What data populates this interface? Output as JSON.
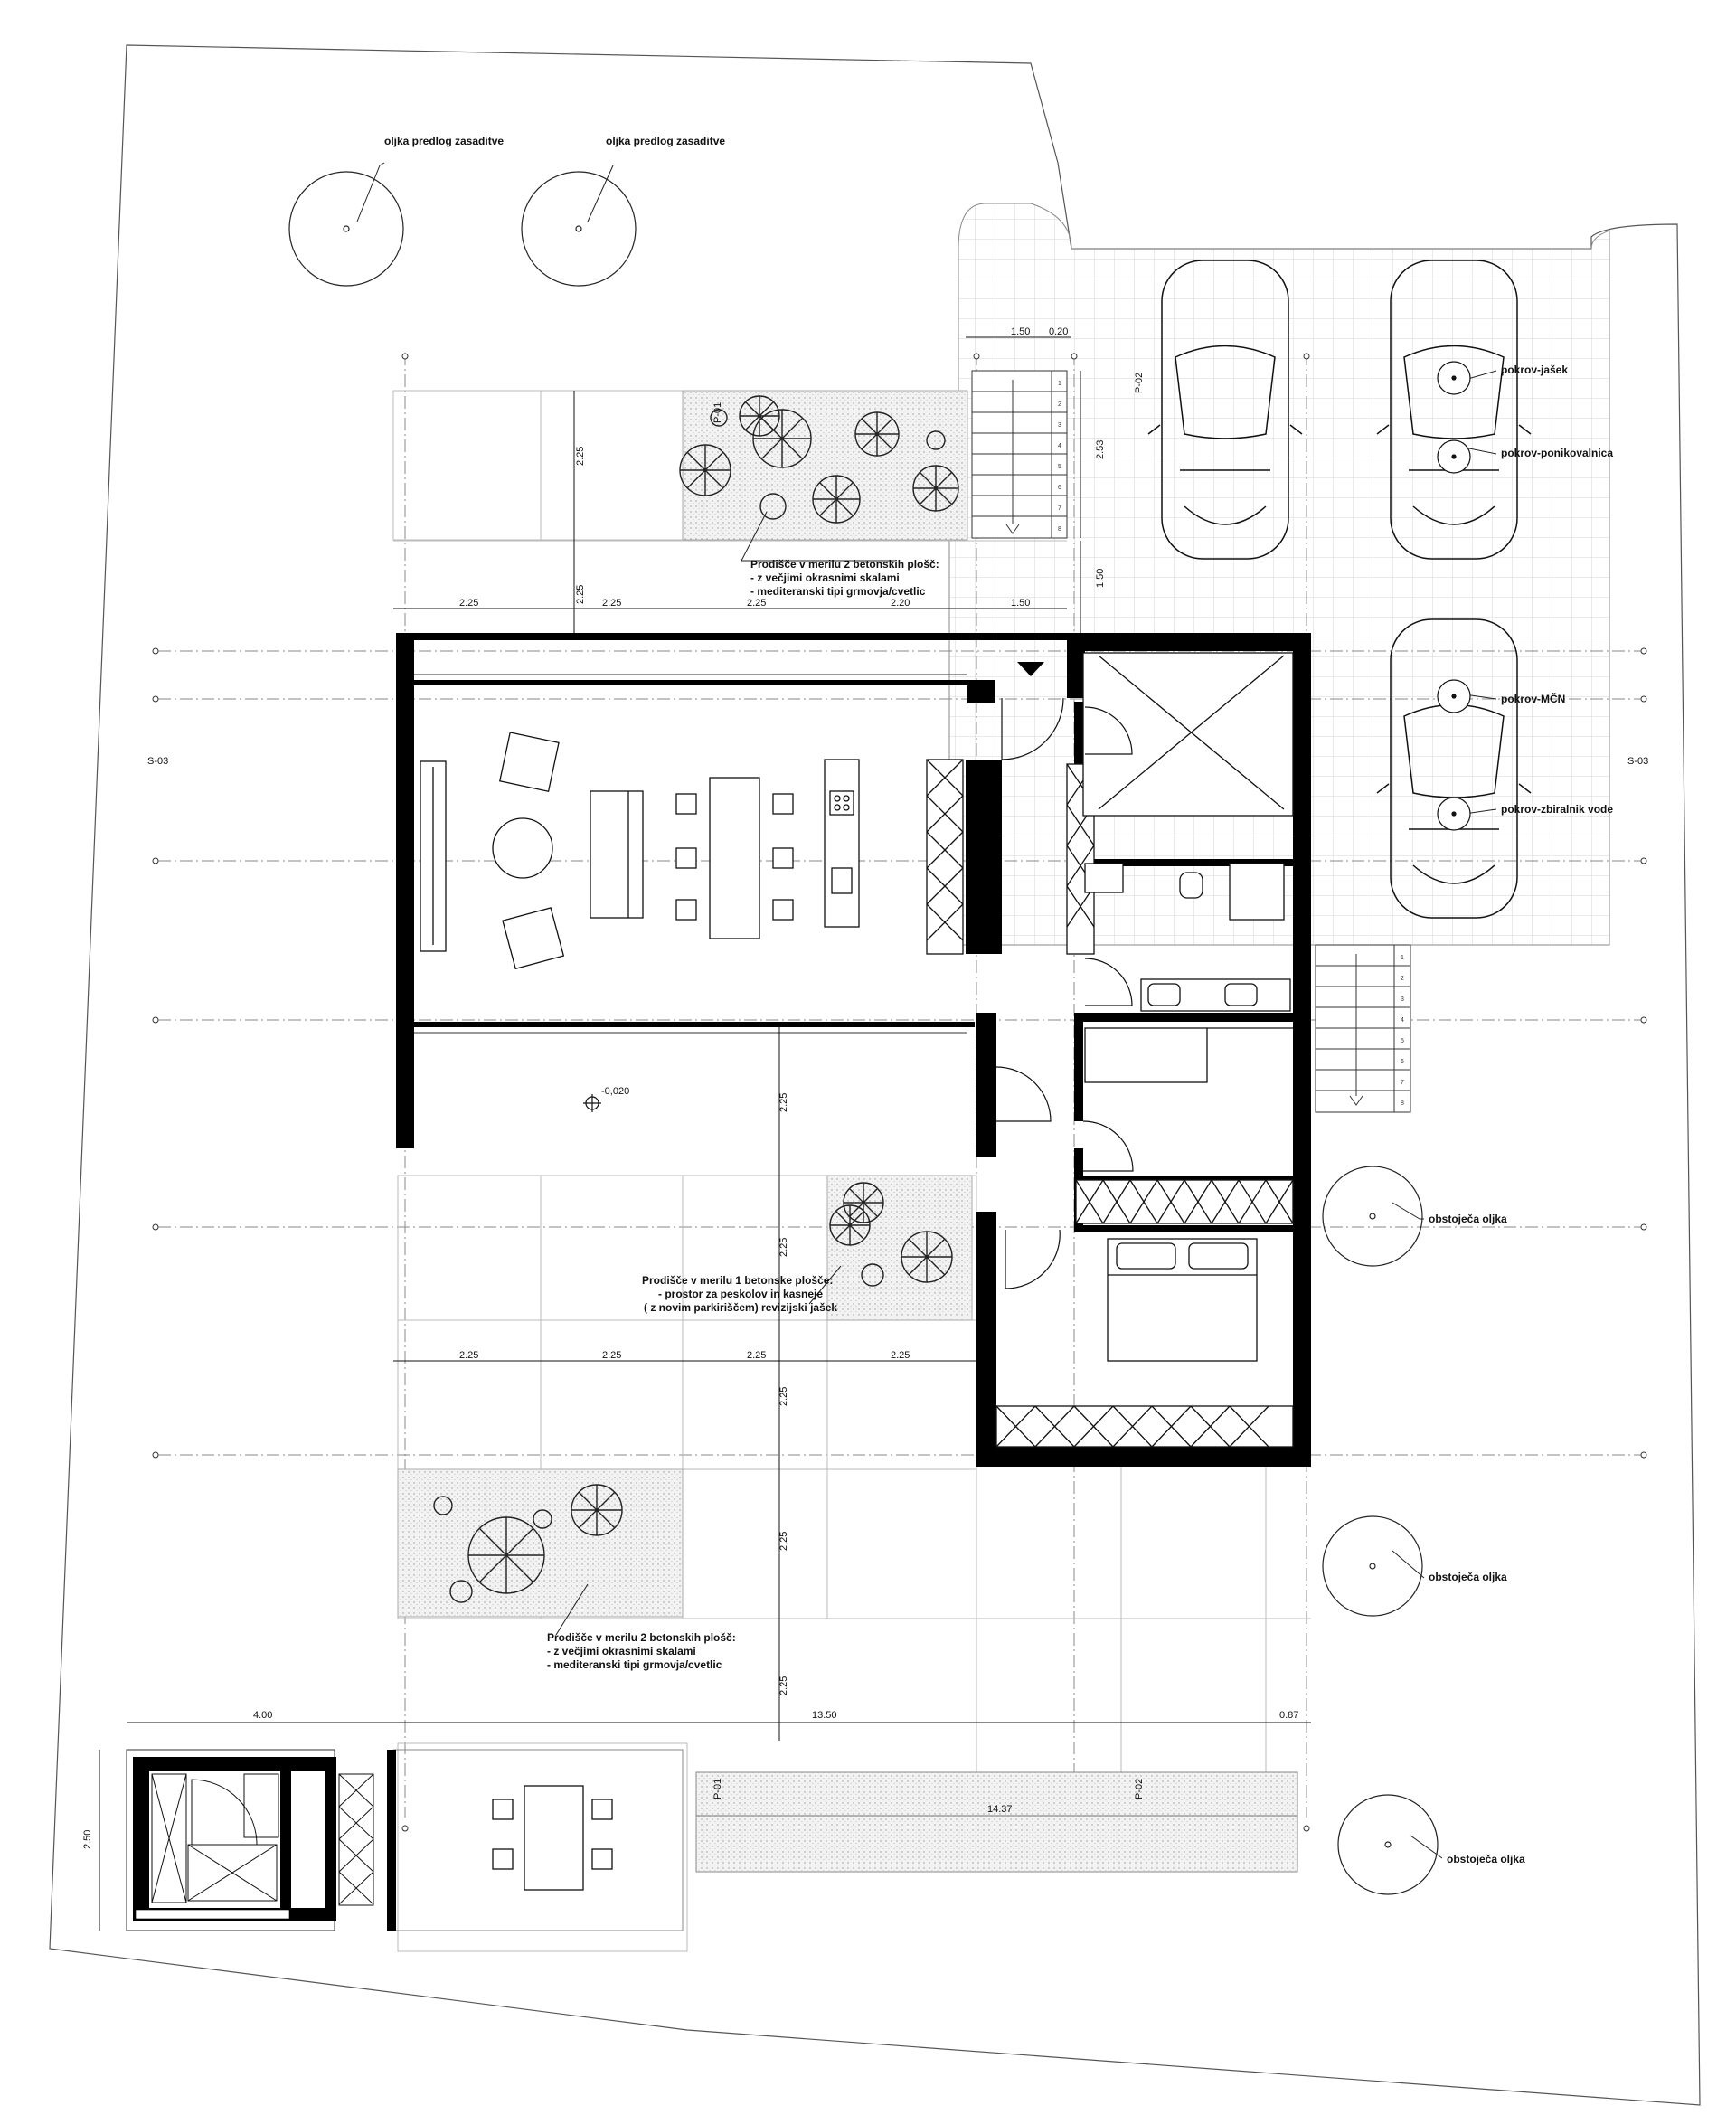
{
  "labels": {
    "olive_proposed": "oljka predlog zasaditve",
    "olive_existing": "obstoječa oljka",
    "cover_shaft": "pokrov-jašek",
    "cover_soakaway": "pokrov-ponikovalnica",
    "cover_mcn": "pokrov-MČN",
    "cover_tank": "pokrov-zbiralnik vode",
    "level": "-0,020"
  },
  "notes": {
    "north": [
      "Prodišče v merilu 2 betonskih plošč:",
      "- z večjimi okrasnimi skalami",
      "- mediteranski tipi grmovja/cvetlic"
    ],
    "middle": [
      "Prodišče v merilu 1 betonske plošče:",
      "- prostor za peskolov in kasneje",
      "( z novim parkiriščem) revizijski jašek"
    ],
    "south": [
      "Prodišče v merilu 2 betonskih plošč:",
      "- z večjimi okrasnimi skalami",
      "- mediteranski tipi grmovja/cvetlic"
    ]
  },
  "sections": {
    "s03": "S-03",
    "p01": "P-01",
    "p02": "P-02"
  },
  "dims": {
    "top_row": [
      "2.25",
      "2.25",
      "2.25",
      "2.20",
      "1.50"
    ],
    "stair_top": [
      "1.50",
      "0.20"
    ],
    "north_plot_v": "2.25",
    "north_small_v": "2.25",
    "stair_v": "2.53",
    "entry_v": "1.50",
    "garden_row": [
      "2.25",
      "2.25",
      "2.25",
      "2.25"
    ],
    "right_v": [
      "2.25",
      "2.25",
      "2.25",
      "2.25",
      "2.25"
    ],
    "bottom_row": [
      "4.00",
      "13.50",
      "0.87"
    ],
    "annex_v": "2.50",
    "bench": "14.37"
  },
  "stair_steps": [
    "1",
    "2",
    "3",
    "4",
    "5",
    "6",
    "7",
    "8"
  ]
}
